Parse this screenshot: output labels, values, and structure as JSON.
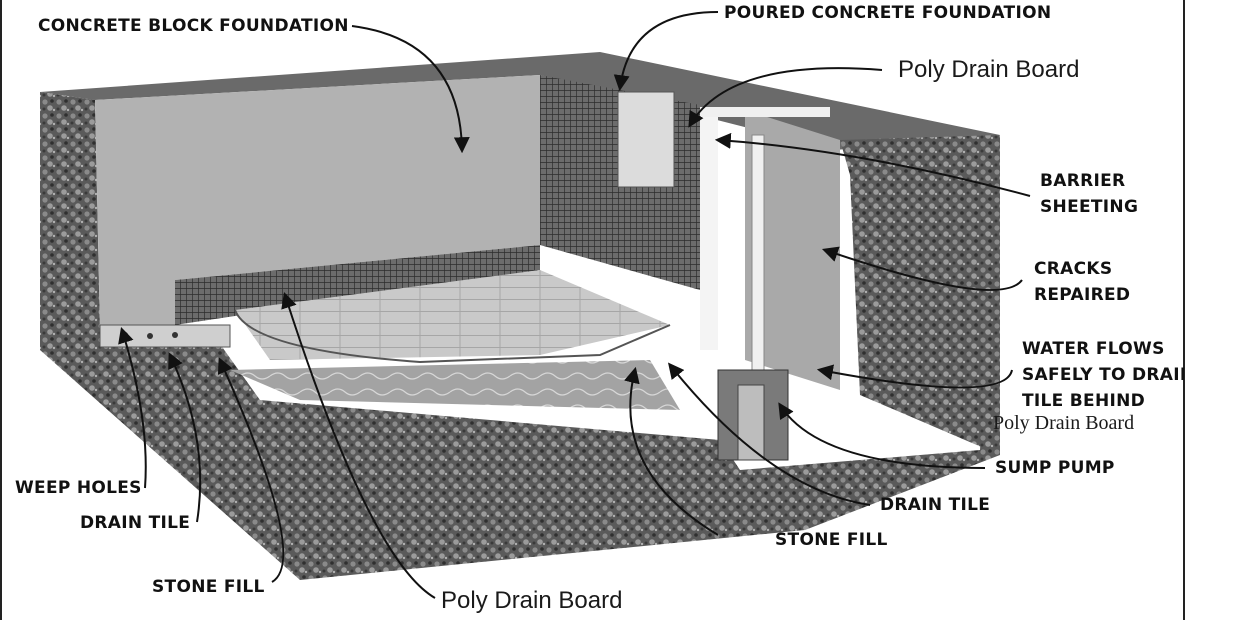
{
  "labels": {
    "concrete_block_foundation": "CONCRETE BLOCK FOUNDATION",
    "poured_concrete_foundation": "POURED CONCRETE FOUNDATION",
    "poly_drain_board_top": "Poly Drain Board",
    "barrier_sheeting": [
      "BARRIER",
      "SHEETING"
    ],
    "cracks_repaired": [
      "CRACKS",
      "REPAIRED"
    ],
    "water_flows": [
      "WATER FLOWS",
      "SAFELY TO DRAIN",
      "TILE BEHIND"
    ],
    "poly_drain_board_right": "Poly Drain Board",
    "sump_pump": "SUMP PUMP",
    "drain_tile_right": "DRAIN TILE",
    "stone_fill_center": "STONE FILL",
    "weep_holes": "WEEP HOLES",
    "drain_tile_left": "DRAIN TILE",
    "stone_fill_left": "STONE FILL",
    "poly_drain_board_bottom": "Poly Drain Board"
  },
  "colors": {
    "stone": "#5e5e5e",
    "stone_dark": "#3c3c3c",
    "wall": "#b4b4b4",
    "block_mesh": "#3a3a3a",
    "floor": "#c8c8c8",
    "water": "#9a9a9a",
    "white_pipe": "#f2f2f2"
  }
}
